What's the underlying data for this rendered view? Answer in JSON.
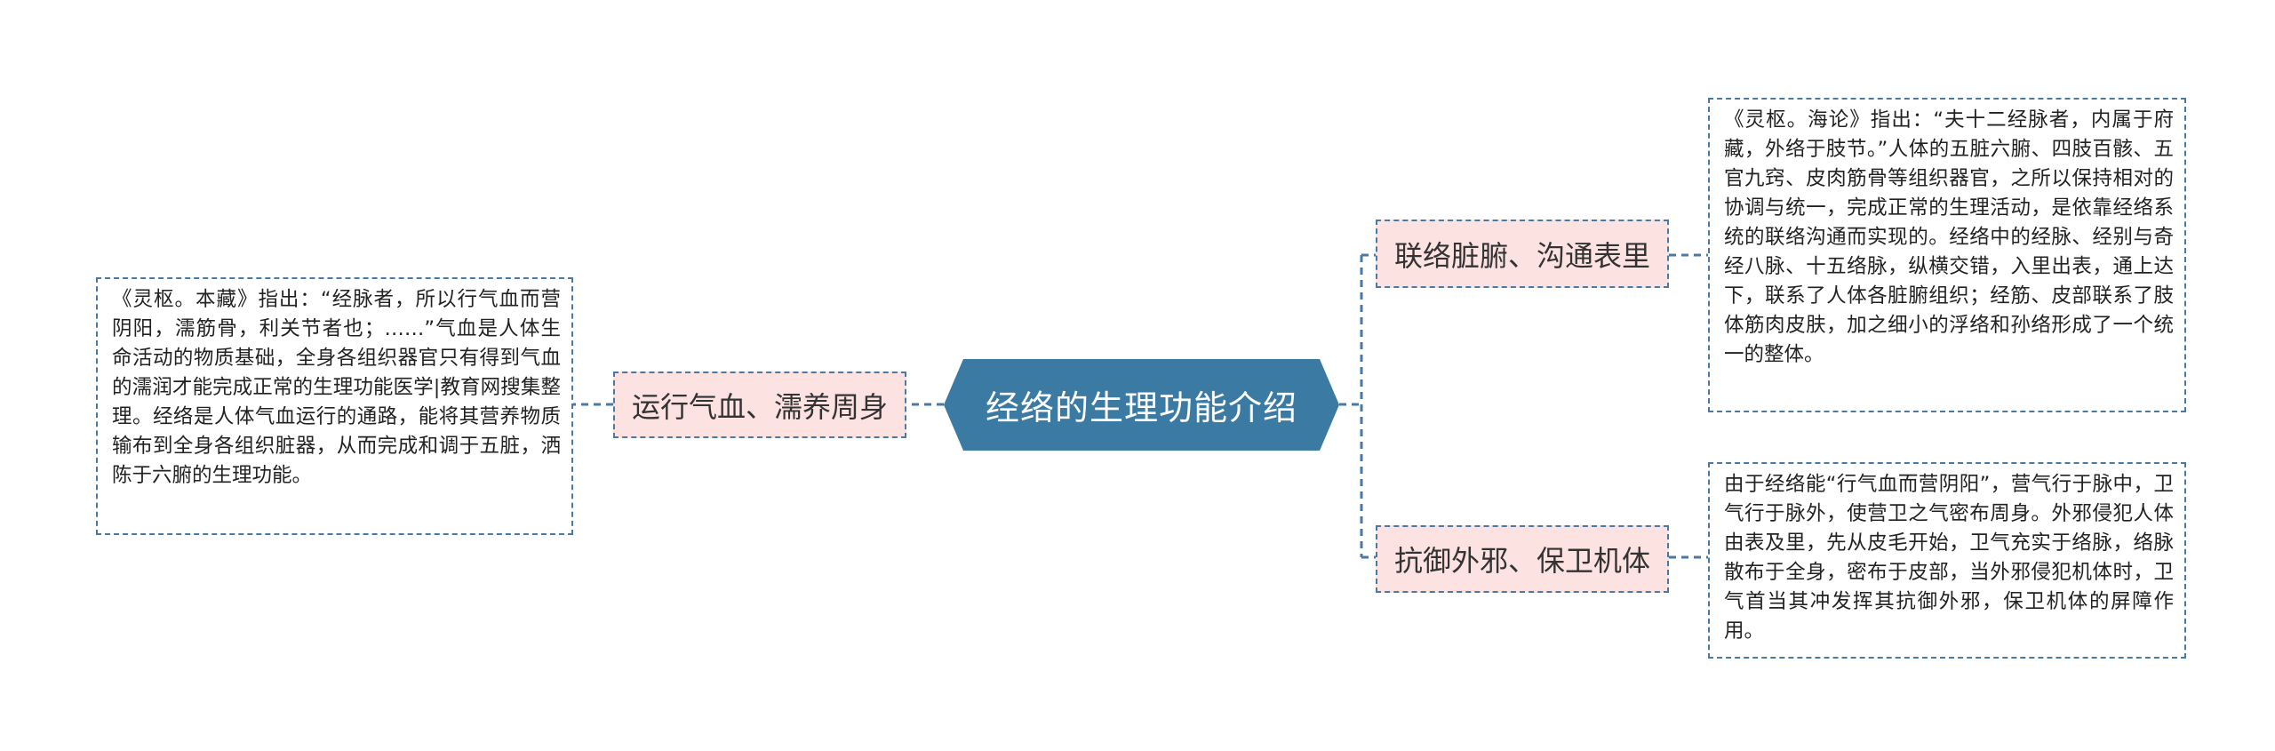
{
  "center": {
    "label": "经络的生理功能介绍",
    "color": "#3a7aa3"
  },
  "branches": [
    {
      "label": "运行气血、濡养周身",
      "detail": "《灵枢。本藏》指出：“经脉者，所以行气血而营阴阳，濡筋骨，利关节者也；……”气血是人体生命活动的物质基础，全身各组织器官只有得到气血的濡润才能完成正常的生理功能医学|教育网搜集整理。经络是人体气血运行的通路，能将其营养物质输布到全身各组织脏器，从而完成和调于五脏，洒陈于六腑的生理功能。"
    },
    {
      "label": "联络脏腑、沟通表里",
      "detail": "《灵枢。海论》指出：“夫十二经脉者，内属于府藏，外络于肢节。”人体的五脏六腑、四肢百骸、五官九窍、皮肉筋骨等组织器官，之所以保持相对的协调与统一，完成正常的生理活动，是依靠经络系统的联络沟通而实现的。经络中的经脉、经别与奇经八脉、十五络脉，纵横交错，入里出表，通上达下，联系了人体各脏腑组织；经筋、皮部联系了肢体筋肉皮肤，加之细小的浮络和孙络形成了一个统一的整体。"
    },
    {
      "label": "抗御外邪、保卫机体",
      "detail": "由于经络能“行气血而营阴阳”，营气行于脉中，卫气行于脉外，使营卫之气密布周身。外邪侵犯人体由表及里，先从皮毛开始，卫气充实于络脉，络脉散布于全身，密布于皮部，当外邪侵犯机体时，卫气首当其冲发挥其抗御外邪，保卫机体的屏障作用。"
    }
  ],
  "colors": {
    "branch_fill": "#fde2e2",
    "border": "#4a7aa3",
    "connector": "#4a7aa3"
  }
}
